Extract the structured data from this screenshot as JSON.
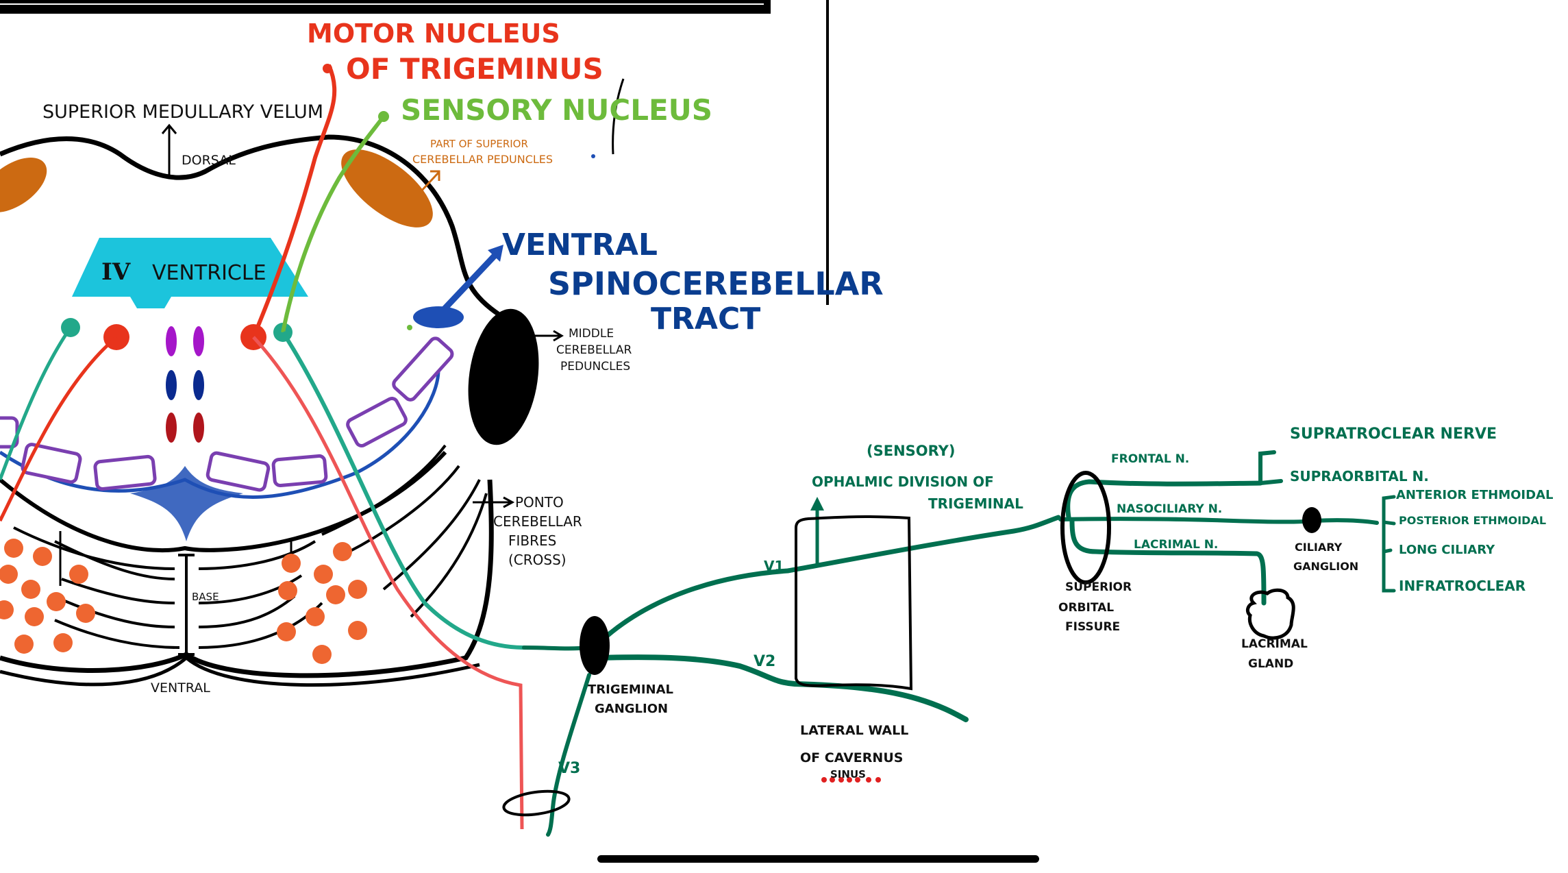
{
  "colors": {
    "nerve_green": "#006f4f",
    "motor_red": "#e8341c",
    "sensory_green": "#6dbb3c",
    "peduncle_orange": "#cc6a12",
    "ventricle_cyan": "#1cc4dc",
    "tract_blue": "#0a3d8f",
    "pontine_orange": "#ee6631",
    "lemniscus_purple": "#7a3fb0",
    "teal_fibre": "#22a88a"
  },
  "brainstem": {
    "motor_nucleus_line1": "Motor Nucleus",
    "motor_nucleus_line2": "of Trigeminus",
    "sensory_nucleus": "Sensory Nucleus",
    "superior_medullary_velum": "Superior Medullary Velum",
    "dorsal": "Dorsal",
    "superior_peduncle_line1": "Part Of Superior",
    "superior_peduncle_line2": "Cerebellar Peduncles",
    "fourth_ventricle_numeral": "IV",
    "fourth_ventricle": "Ventricle",
    "ventral_spinocerebellar_line1": "Ventral",
    "ventral_spinocerebellar_line2": "Spinocerebellar",
    "ventral_spinocerebellar_line3": "Tract",
    "middle_peduncle_line1": "Middle",
    "middle_peduncle_line2": "Cerebellar",
    "middle_peduncle_line3": "Peduncles",
    "pontocerebellar_line1": "Ponto",
    "pontocerebellar_line2": "Cerebellar",
    "pontocerebellar_line3": "Fibres",
    "pontocerebellar_line4": "(Cross)",
    "base": "Base",
    "ventral": "Ventral"
  },
  "trigeminal": {
    "ganglion_line1": "Trigeminal",
    "ganglion_line2": "Ganglion",
    "v1": "V1",
    "v2": "V2",
    "v3": "V3",
    "sensory_tag": "(Sensory)",
    "ophthalmic_line1": "Ophalmic Division of",
    "ophthalmic_line2": "Trigeminal",
    "cavernous_line1": "Lateral Wall",
    "cavernous_line2": "of Cavernus",
    "cavernous_line3": "Sinus",
    "sof_line1": "Superior",
    "sof_line2": "Orbital",
    "sof_line3": "Fissure",
    "frontal": "Frontal N.",
    "nasociliary": "Nasociliary N.",
    "lacrimal": "Lacrimal N.",
    "supratrochlear": "Supratroclear Nerve",
    "supraorbital": "Supraorbital N.",
    "ciliary_line1": "Ciliary",
    "ciliary_line2": "Ganglion",
    "lacrimal_gland_line1": "Lacrimal",
    "lacrimal_gland_line2": "Gland",
    "anterior_ethmoidal": "Anterior Ethmoidal",
    "posterior_ethmoidal": "Posterior Ethmoidal",
    "long_ciliary": "Long Ciliary",
    "infratrochlear": "Infratroclear"
  }
}
